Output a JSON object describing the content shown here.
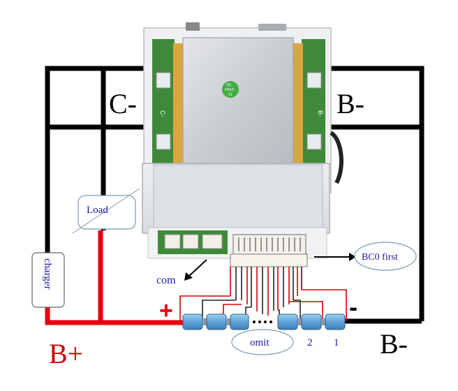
{
  "labels": {
    "c_minus": "C-",
    "b_minus_top": "B-",
    "b_minus_bottom": "B-",
    "b_plus": "B+",
    "load": "Load",
    "charger": "charger",
    "com": "com",
    "bc0_first": "BC0 first",
    "omit": "omit",
    "num2": "2",
    "num1": "1",
    "plus_sign": "+",
    "minus_sign": "-"
  },
  "board_text": {
    "qc_stamp_line1": "QC",
    "qc_stamp_line2": "PASS",
    "qc_stamp_line3": "01",
    "pad_c": "C-",
    "pad_b": "B-"
  },
  "colors": {
    "wire_black": "#000000",
    "wire_red": "#e8000e",
    "sense_red": "#d40000",
    "cell_blue": "#5fa4d8",
    "board_green": "#3f8a3a",
    "heatsink": "#cfd2d6",
    "label_blue": "#1a1a9a",
    "bplus_red": "#cc0000",
    "qc_green": "#3fae3f"
  },
  "icons": {
    "com_arrow": "arrow-down-left",
    "bc0_arrow": "arrow-right"
  }
}
